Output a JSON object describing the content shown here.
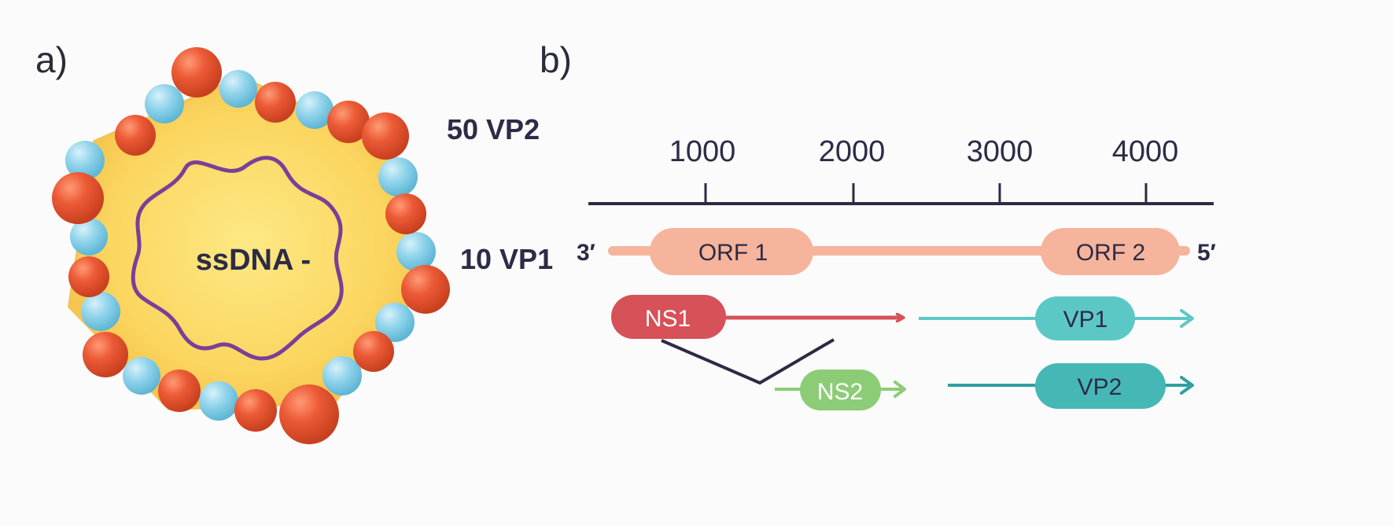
{
  "panel_a": {
    "label": "a)",
    "genome_label": "ssDNA -",
    "vp2_label": "50 VP2",
    "vp1_label": "10 VP1",
    "colors": {
      "capsid": "#fbd660",
      "large_protein": "#ec5a36",
      "small_protein": "#8fd3ea",
      "genome": "#7a3f98"
    }
  },
  "panel_b": {
    "label": "b)",
    "axis_ticks": [
      "1000",
      "2000",
      "3000",
      "4000"
    ],
    "genome_end_3": "3′",
    "genome_end_5": "5′",
    "orf1": "ORF 1",
    "orf2": "ORF 2",
    "ns1": "NS1",
    "ns2": "NS2",
    "vp1": "VP1",
    "vp2": "VP2",
    "colors": {
      "orf": "#f6b49c",
      "ns1": "#d65158",
      "ns2": "#8ccc76",
      "vp1": "#5cc8c6",
      "vp2": "#45b8b6",
      "axis": "#2e2a44"
    }
  }
}
